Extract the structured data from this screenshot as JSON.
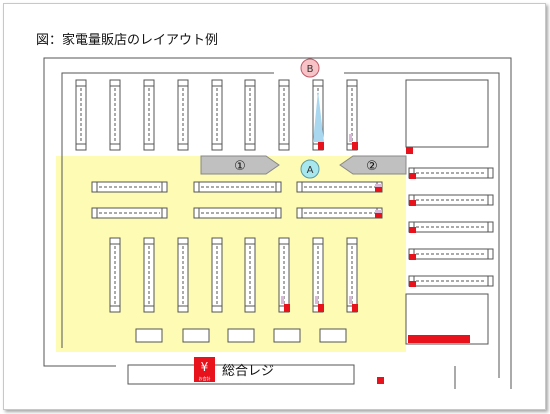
{
  "title": "図：家電量販店のレイアウト例",
  "markers": {
    "a": "A",
    "b": "B"
  },
  "arrows": {
    "left": "①",
    "right": "②"
  },
  "register": {
    "icon": "¥",
    "icon_caption": "お会計",
    "label": "総合レジ"
  },
  "colors": {
    "aisle": "#fdfbb4",
    "marker": "#a9e7ef",
    "marker_b": "#f7c3c6",
    "accent": "#e8121d",
    "arrow": "#c0c0c0",
    "cone": "#a9d7ef"
  }
}
